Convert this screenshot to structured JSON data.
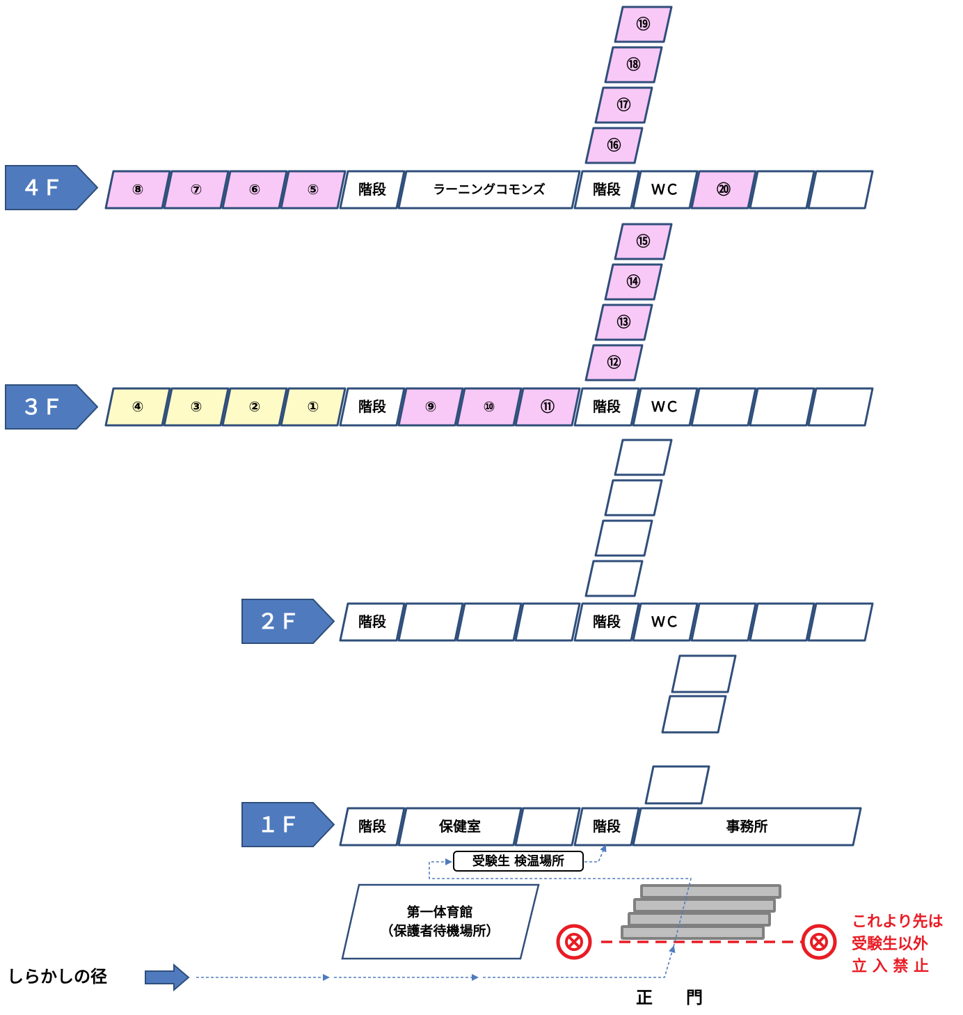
{
  "colors": {
    "outline": "#2F4E7A",
    "floor_tag": "#4F7BBE",
    "pink": "#F8C8F6",
    "yellow": "#FFFBC6",
    "white": "#FFFFFF",
    "stairs_fill": "#BFBFBF",
    "stairs_stroke": "#808080",
    "route": "#4F7BBE",
    "red": "#E81C24"
  },
  "floors": {
    "f4": {
      "label": "４Ｆ",
      "rooms": [
        "⑧",
        "⑦",
        "⑥",
        "⑤",
        "階段",
        "ラーニングコモンズ",
        "階段",
        "ＷＣ",
        "⑳",
        "",
        ""
      ],
      "wing": [
        "⑲",
        "⑱",
        "⑰",
        "⑯"
      ]
    },
    "f3": {
      "label": "３Ｆ",
      "rooms": [
        "④",
        "③",
        "②",
        "①",
        "階段",
        "⑨",
        "⑩",
        "⑪",
        "階段",
        "ＷＣ",
        "",
        "",
        ""
      ],
      "wing": [
        "⑮",
        "⑭",
        "⑬",
        "⑫"
      ]
    },
    "f2": {
      "label": "２Ｆ",
      "rooms": [
        "階段",
        "",
        "",
        "",
        "階段",
        "ＷＣ",
        "",
        "",
        ""
      ],
      "wing": [
        "",
        "",
        "",
        ""
      ],
      "wing_lower": [
        "",
        ""
      ]
    },
    "f1": {
      "label": "１Ｆ",
      "rooms": [
        "階段",
        "保健室",
        "",
        "階段",
        "事務所"
      ],
      "wing": [
        ""
      ]
    }
  },
  "labels": {
    "checkpoint": "受験生 検温場所",
    "gym_line1": "第一体育館",
    "gym_line2": "（保護者待機場所）",
    "path": "しらかしの径",
    "gate": "正　　門",
    "warning_line1": "これより先は",
    "warning_line2": "受験生以外",
    "warning_line3": "立 入 禁 止"
  }
}
